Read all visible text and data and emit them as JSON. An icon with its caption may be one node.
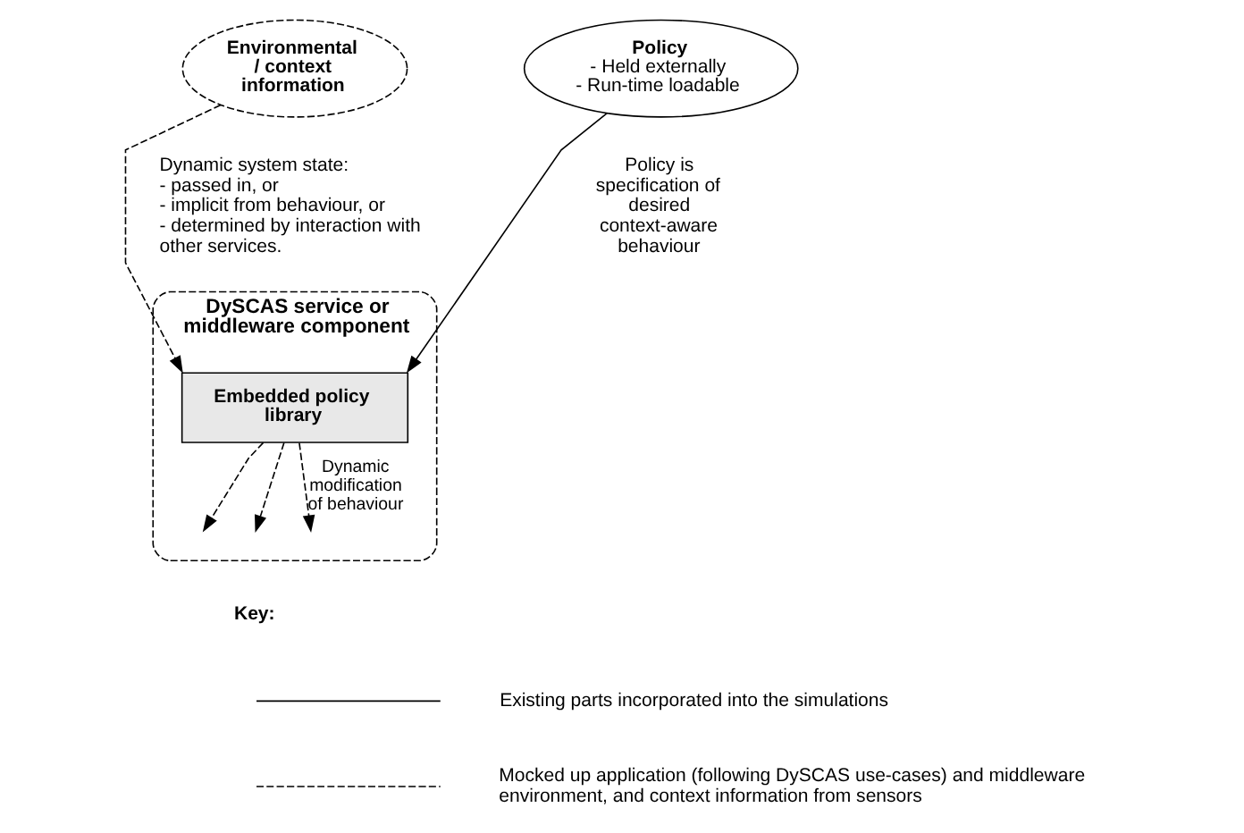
{
  "diagram": {
    "nodes": [
      {
        "text": [
          "Environmental / context information"
        ],
        "beside": [
          "Dynamic system state:",
          "- passed in, or",
          "- implicit from behaviour, or",
          "- determined by interaction with other services."
        ]
      },
      {
        "text": [
          "Policy",
          "- Held externally",
          "- Run-time loadable"
        ],
        "beside": [
          "Policy is specification of desired context-aware behaviour"
        ]
      },
      {
        "text": [
          "DySCAS service or middleware component"
        ]
      },
      {
        "text": [
          "Embedded policy library"
        ],
        "in": 2
      }
    ],
    "edges": [
      {
        "from": 0,
        "to": 3,
        "arrow": "to",
        "style": "dashed"
      },
      {
        "from": 1,
        "to": 3,
        "arrow": "to"
      },
      {
        "from": 3,
        "to": null,
        "arrow": "to",
        "style": "dashed"
      },
      {
        "from": 3,
        "to": null,
        "arrow": "to",
        "style": "dashed"
      },
      {
        "from": 3,
        "to": null,
        "arrow": "to",
        "style": "dashed",
        "label": "Dynamic modification of behaviour"
      }
    ],
    "labels": [
      "Key:"
    ],
    "legend": [
      {
        "text": "Existing parts incorporated into the simulations"
      },
      {
        "text": "Mocked up application (following DySCAS use-cases) and middleware environment, and context information from sensors"
      }
    ]
  }
}
